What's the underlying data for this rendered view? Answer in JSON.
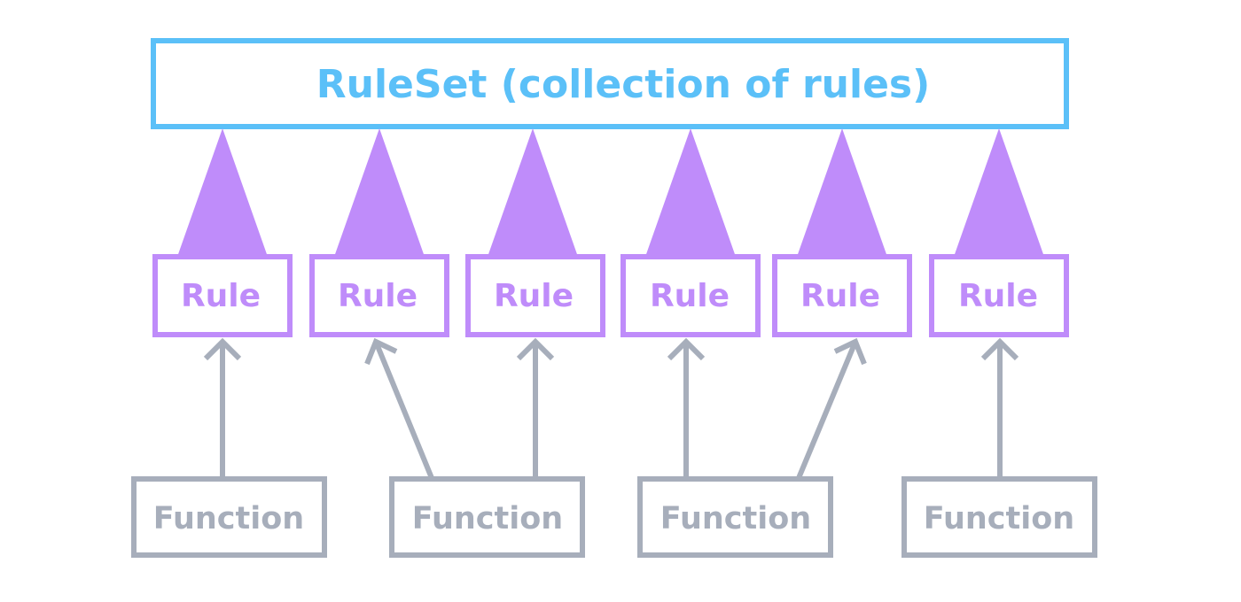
{
  "ruleset": {
    "label": "RuleSet (collection of rules)"
  },
  "rules": [
    {
      "label": "Rule"
    },
    {
      "label": "Rule"
    },
    {
      "label": "Rule"
    },
    {
      "label": "Rule"
    },
    {
      "label": "Rule"
    },
    {
      "label": "Rule"
    }
  ],
  "functions": [
    {
      "label": "Function"
    },
    {
      "label": "Function"
    },
    {
      "label": "Function"
    },
    {
      "label": "Function"
    }
  ],
  "colors": {
    "ruleset": "#5bc0f8",
    "rule": "#bf8cfa",
    "function": "#a7aebb",
    "background": "#ffffff"
  },
  "icons": {
    "rule_to_ruleset": "purple-triangle-arrow-icon",
    "function_to_rule": "gray-line-arrow-icon"
  }
}
